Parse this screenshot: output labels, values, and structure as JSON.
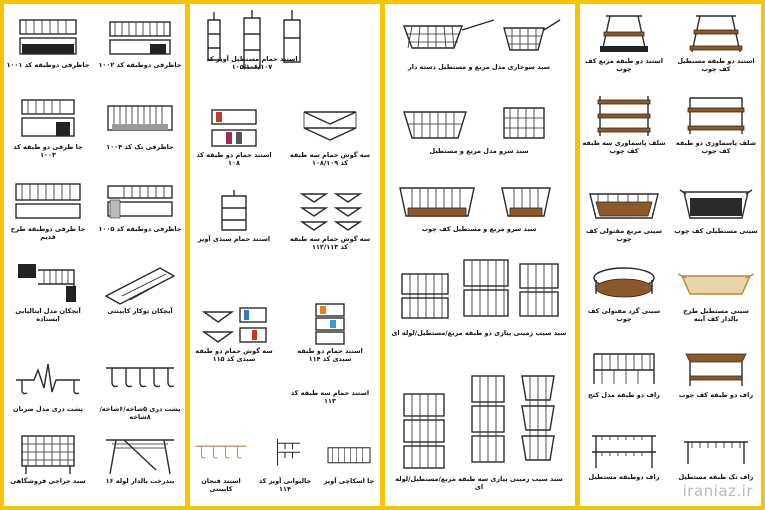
{
  "watermark": "iraniaz.ir",
  "panels": [
    {
      "items": [
        {
          "label": "جاظرفی دوطبقه کد ۱۰۰۲",
          "icon": "dish-rack-icon"
        },
        {
          "label": "جاظرفی دوطبقه کد ۱۰۰۱",
          "icon": "dish-rack-icon"
        },
        {
          "label": "جاظرفی تک کد ۱۰۰۴",
          "icon": "dish-rack-icon"
        },
        {
          "label": "جا ظرفی دو طبقه کد ۱۰۰۳",
          "icon": "dish-rack-icon"
        },
        {
          "label": "جاظرفی دوطبقه کد ۱۰۰۵",
          "icon": "dish-rack-icon"
        },
        {
          "label": "جا ظرفی دوطبقه طرح قدیم",
          "icon": "dish-rack-icon"
        },
        {
          "label": "آبچکان توکار کابینتی",
          "icon": "drainer-icon"
        },
        {
          "label": "آبچکان مدل ایتالیایی ایستاده",
          "icon": "drainer-icon"
        },
        {
          "label": "پشت دری ۵شاخه/۶شاخه/۸شاخه",
          "icon": "door-hook-icon"
        },
        {
          "label": "پشت دری مدل ضربان",
          "icon": "door-hook-icon"
        },
        {
          "label": "بندرخت بالدار لوله ۱۶",
          "icon": "clothes-rack-icon"
        },
        {
          "label": "سبد حراجی فروشگاهی",
          "icon": "basket-icon"
        }
      ]
    },
    {
      "items": [
        {
          "label": "استند حمام مستطیل آویز کد ۱۰۵/۱۰۶/۱۰۷",
          "icon": "shower-caddy-icon"
        },
        {
          "label": "استند حمام دو طبقه کد ۱۰۸",
          "icon": "shelf-icon"
        },
        {
          "label": "سه گوش حمام سه طبقه کد ۱۰۸/۱۰۹",
          "icon": "corner-shelf-icon"
        },
        {
          "label": "استند حمام سبدی آویز",
          "icon": "shower-caddy-icon"
        },
        {
          "label": "سه گوش حمام سه طبقه کد ۱۱۲/۱۱۳",
          "icon": "corner-shelf-icon"
        },
        {
          "label": "سه گوش حمام دو طبقه سبدی کد ۱۱۵",
          "icon": "corner-shelf-icon"
        },
        {
          "label": "استند حمام دو طبقه سبدی کد ۱۱۴",
          "icon": "shelf-icon"
        },
        {
          "label": "استند حمام سه طبقه کد ۱۱۳",
          "icon": "shelf-icon"
        },
        {
          "label": "استند فنجان کابینتی",
          "icon": "cup-hanger-icon"
        },
        {
          "label": "جالیوانی آویز کد ۱۱۴",
          "icon": "cup-hanger-icon"
        },
        {
          "label": "جا اسکاچی آویز",
          "icon": "basket-icon"
        }
      ]
    },
    {
      "items": [
        {
          "label": "سبد سوخاری مدل مربع و مستطیل دسته دار",
          "icon": "fry-basket-icon"
        },
        {
          "label": "سبد سرو مدل مربع و مستطیل",
          "icon": "basket-icon"
        },
        {
          "label": "سبد سرو مربع و مستطیل کف چوب",
          "icon": "basket-icon"
        },
        {
          "label": "سبد سیب زمینی پیازی دو طبقه مربع/مستطیل/لوله ای",
          "icon": "vegetable-rack-icon"
        },
        {
          "label": "سبد سیب زمینی پیازی سه طبقه مربع/مستطیل/لوله ای",
          "icon": "vegetable-rack-icon"
        }
      ]
    },
    {
      "items": [
        {
          "label": "استند دو طبقه مستطیل کف چوب",
          "icon": "shelf-icon"
        },
        {
          "label": "استند دو طبقه مربع کف چوب",
          "icon": "shelf-icon"
        },
        {
          "label": "شلف پاسماوری دو طبقه کف چوب",
          "icon": "shelf-icon"
        },
        {
          "label": "شلف پاسماوری سه طبقه کف چوب",
          "icon": "shelf-icon"
        },
        {
          "label": "سینی مستطیلی کف چوب",
          "icon": "tray-icon"
        },
        {
          "label": "سینی مربع مفتولی کف چوب",
          "icon": "tray-icon"
        },
        {
          "label": "سینی مستطیل طرح بالدار کف آینه",
          "icon": "tray-icon"
        },
        {
          "label": "سینی گرد مفتولی کف چوب",
          "icon": "tray-icon"
        },
        {
          "label": "راف دو طبقه کف چوب",
          "icon": "table-icon"
        },
        {
          "label": "راف دو طبقه مدل کنج",
          "icon": "rack-icon"
        },
        {
          "label": "راف تک طبقه مستطیل",
          "icon": "rack-icon"
        },
        {
          "label": "راف دوطبقه مستطیل",
          "icon": "rack-icon"
        }
      ]
    }
  ]
}
